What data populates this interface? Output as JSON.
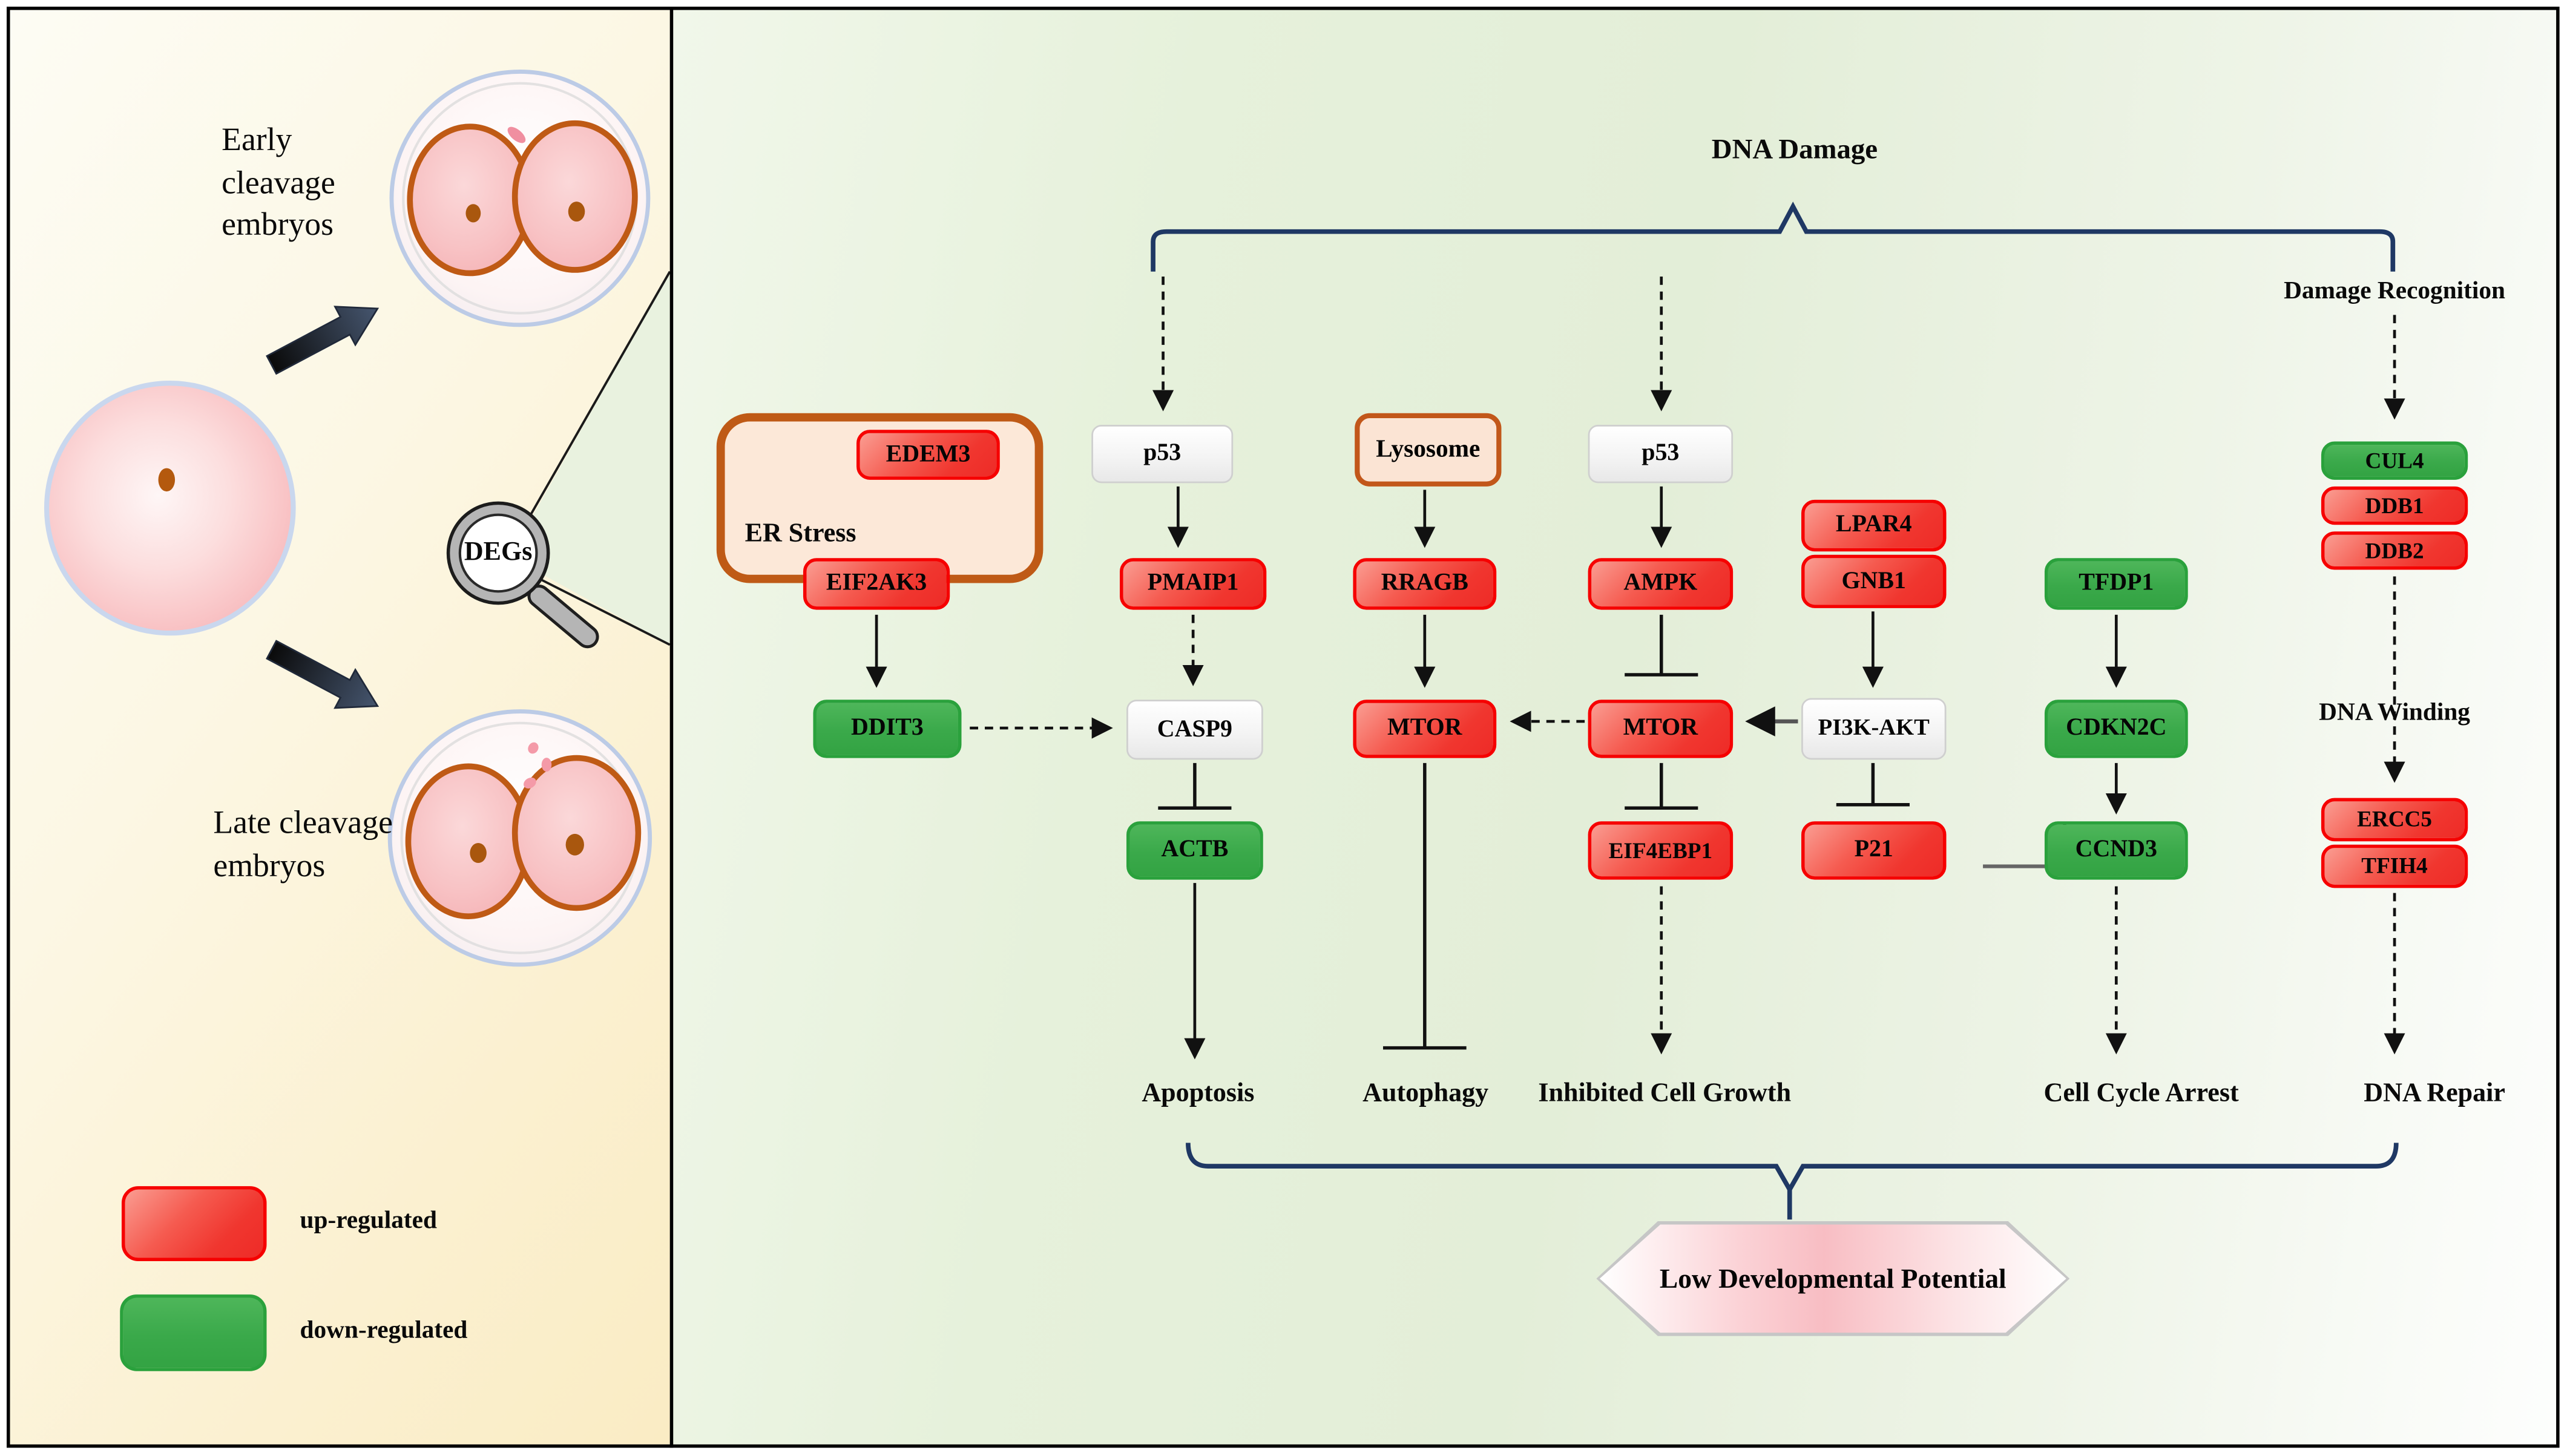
{
  "left_panel": {
    "early_label": "Early cleavage embryos",
    "late_label": "Late cleavage embryos",
    "degs_label": "DEGs",
    "legend": {
      "up_label": "up-regulated",
      "down_label": "down-regulated",
      "up_color": "#f0362f",
      "down_color": "#3aa94a"
    }
  },
  "pathway": {
    "title": "DNA Damage",
    "damage_recognition": "Damage Recognition",
    "dna_winding": "DNA Winding",
    "er_stress": "ER Stress",
    "lysosome": "Lysosome",
    "genes": {
      "edem3": "EDEM3",
      "eif2ak3": "EIF2AK3",
      "ddit3": "DDIT3",
      "p53a": "p53",
      "p53b": "p53",
      "pmaip1": "PMAIP1",
      "casp9": "CASP9",
      "actb": "ACTB",
      "rragb": "RRAGB",
      "mtor_a": "MTOR",
      "mtor_b": "MTOR",
      "ampk": "AMPK",
      "eif4ebp1": "EIF4EBP1",
      "lpar4": "LPAR4",
      "gnb1": "GNB1",
      "pi3k": "PI3K-AKT",
      "p21": "P21",
      "tfdp1": "TFDP1",
      "cdkn2c": "CDKN2C",
      "ccnd3": "CCND3",
      "cul4": "CUL4",
      "ddb1": "DDB1",
      "ddb2": "DDB2",
      "ercc5": "ERCC5",
      "tfih4": "TFIH4"
    },
    "outcomes": {
      "apoptosis": "Apoptosis",
      "autophagy": "Autophagy",
      "inhibited_growth": "Inhibited Cell Growth",
      "cell_cycle_arrest": "Cell Cycle Arrest",
      "dna_repair": "DNA Repair"
    },
    "hexagon": "Low Developmental Potential",
    "colors": {
      "brace": "#1f3864",
      "container_border": "#bf5a16"
    }
  }
}
